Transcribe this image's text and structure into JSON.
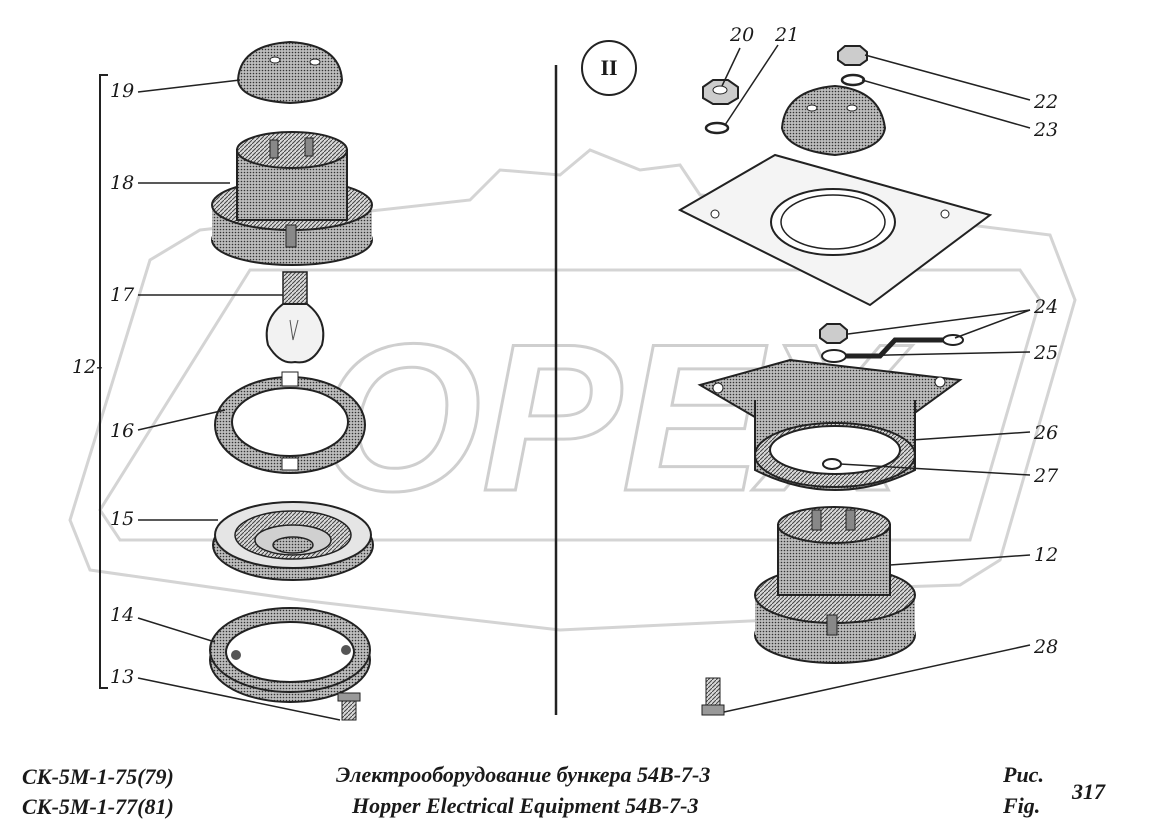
{
  "diagram": {
    "section_marker": "II",
    "watermark": "OPEX",
    "bracket_label": "12-",
    "part_labels_left": [
      "19",
      "18",
      "17",
      "16",
      "15",
      "14",
      "13"
    ],
    "part_labels_right": [
      "20",
      "21",
      "22",
      "23",
      "24",
      "25",
      "26",
      "27",
      "12",
      "28"
    ]
  },
  "footer": {
    "model_line1": "СК-5М-1-75(79)",
    "model_line2": "СК-5М-1-77(81)",
    "title_ru": "Электрооборудование бункера  54В-7-3",
    "title_en": "Hopper Electrical Equipment  54В-7-3",
    "fig_ru": "Рис.",
    "fig_en": "Fig.",
    "fig_number": "317"
  }
}
